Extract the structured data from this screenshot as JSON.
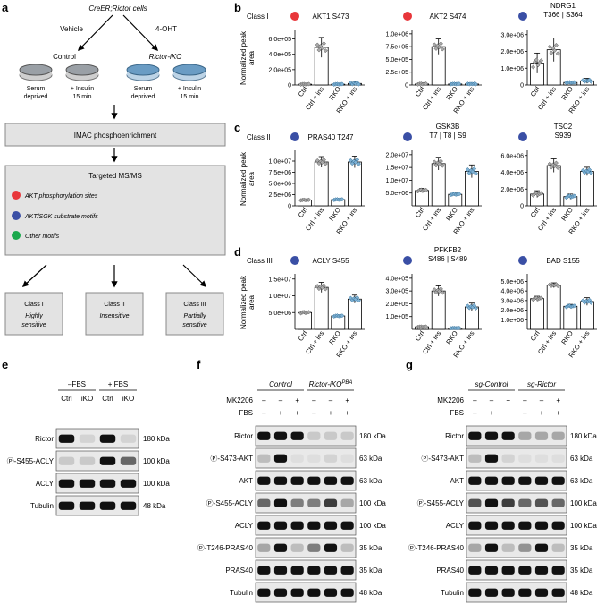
{
  "panel_letters": {
    "a": "a",
    "b": "b",
    "c": "c",
    "d": "d",
    "e": "e",
    "f": "f",
    "g": "g"
  },
  "workflow": {
    "cells": "CreER;Rictor cells",
    "vehicle": "Vehicle",
    "ohT": "4-OHT",
    "control": "Control",
    "rictor_iko": "Rictor-iKO",
    "serum1": "Serum",
    "deprived1": "deprived",
    "insulin1": "+ Insulin",
    "min1": "15 min",
    "serum2": "Serum",
    "deprived2": "deprived",
    "insulin2": "+ Insulin",
    "min2": "15 min",
    "imac": "IMAC phosphoenrichment",
    "targeted": "Targeted MS/MS",
    "legend": [
      {
        "label": "AKT phosphorylation sites",
        "color": "#e8363a"
      },
      {
        "label": "AKT/SGK substrate motifs",
        "color": "#3a4fa5"
      },
      {
        "label": "Other motifs",
        "color": "#1aa84c"
      }
    ],
    "classes": [
      {
        "name": "Class I",
        "l1": "Highly",
        "l2": "sensitive"
      },
      {
        "name": "Class II",
        "l1": "Insensitive",
        "l2": ""
      },
      {
        "name": "Class III",
        "l1": "Partially",
        "l2": "sensitive"
      }
    ]
  },
  "bar_ylabel1": "Normalized peak",
  "bar_ylabel2": "area",
  "chart_data": [
    {
      "type": "bar",
      "row_label": "Class I",
      "dot": "#e8363a",
      "title": "AKT1 S473",
      "title2": "",
      "categories": [
        "Ctrl",
        "Ctrl + ins",
        "RKO",
        "RKO + ins"
      ],
      "values": [
        10000.0,
        490000.0,
        10000.0,
        20000.0
      ],
      "err": [
        10000.0,
        130000.0,
        10000.0,
        30000.0
      ],
      "ylim": [
        0,
        700000.0
      ],
      "ticks": [
        {
          "v": 0,
          "l": "0"
        },
        {
          "v": 200000.0,
          "l": "2.0e+05"
        },
        {
          "v": 400000.0,
          "l": "4.0e+05"
        },
        {
          "v": 600000.0,
          "l": "6.0e+05"
        }
      ]
    },
    {
      "type": "bar",
      "row_label": "",
      "dot": "#e8363a",
      "title": "AKT2 S474",
      "title2": "",
      "categories": [
        "Ctrl",
        "Ctrl + ins",
        "RKO",
        "RKO + ins"
      ],
      "values": [
        20000.0,
        750000.0,
        20000.0,
        20000.0
      ],
      "err": [
        20000.0,
        150000.0,
        10000.0,
        10000.0
      ],
      "ylim": [
        0,
        1050000.0
      ],
      "ticks": [
        {
          "v": 0,
          "l": "0"
        },
        {
          "v": 250000.0,
          "l": "2.5e+05"
        },
        {
          "v": 500000.0,
          "l": "5.0e+05"
        },
        {
          "v": 750000.0,
          "l": "7.5e+05"
        },
        {
          "v": 1000000.0,
          "l": "1.0e+06"
        }
      ]
    },
    {
      "type": "bar",
      "row_label": "",
      "dot": "#3a4fa5",
      "title": "NDRG1",
      "title2": "T366 | S364",
      "categories": [
        "Ctrl",
        "Ctrl + ins",
        "RKO",
        "RKO + ins"
      ],
      "values": [
        1300000.0,
        2100000.0,
        150000.0,
        250000.0
      ],
      "err": [
        600000.0,
        700000.0,
        50000.0,
        150000.0
      ],
      "ylim": [
        0,
        3200000.0
      ],
      "ticks": [
        {
          "v": 0,
          "l": "0"
        },
        {
          "v": 1000000.0,
          "l": "1.0e+06"
        },
        {
          "v": 2000000.0,
          "l": "2.0e+06"
        },
        {
          "v": 3000000.0,
          "l": "3.0e+06"
        }
      ]
    },
    {
      "type": "bar",
      "row_label": "Class II",
      "dot": "#3a4fa5",
      "title": "PRAS40 T247",
      "title2": "",
      "categories": [
        "Ctrl",
        "Ctrl + ins",
        "RKO",
        "RKO + ins"
      ],
      "values": [
        1300000.0,
        9800000.0,
        1400000.0,
        9800000.0
      ],
      "err": [
        200000.0,
        1200000.0,
        200000.0,
        1300000.0
      ],
      "ylim": [
        0,
        12000000.0
      ],
      "ticks": [
        {
          "v": 0,
          "l": "0"
        },
        {
          "v": 2500000.0,
          "l": "2.5e+06"
        },
        {
          "v": 5000000.0,
          "l": "5.0e+06"
        },
        {
          "v": 7500000.0,
          "l": "7.5e+06"
        },
        {
          "v": 10000000.0,
          "l": "1.0e+07"
        }
      ]
    },
    {
      "type": "bar",
      "row_label": "",
      "dot": "#3a4fa5",
      "title": "GSK3B",
      "title2": "T7 | T8 | S9",
      "categories": [
        "Ctrl",
        "Ctrl + ins",
        "RKO",
        "RKO + ins"
      ],
      "values": [
        6000000.0,
        16500000.0,
        4500000.0,
        13500000.0
      ],
      "err": [
        800000.0,
        2500000.0,
        500000.0,
        2500000.0
      ],
      "ylim": [
        0,
        21000000.0
      ],
      "ticks": [
        {
          "v": 5000000.0,
          "l": "5.0e+06"
        },
        {
          "v": 10000000.0,
          "l": "1.0e+07"
        },
        {
          "v": 15000000.0,
          "l": "1.5e+07"
        },
        {
          "v": 20000000.0,
          "l": "2.0e+07"
        }
      ]
    },
    {
      "type": "bar",
      "row_label": "",
      "dot": "#3a4fa5",
      "title": "TSC2",
      "title2": "S939",
      "categories": [
        "Ctrl",
        "Ctrl + ins",
        "RKO",
        "RKO + ins"
      ],
      "values": [
        1400000.0,
        4800000.0,
        1100000.0,
        4100000.0
      ],
      "err": [
        400000.0,
        800000.0,
        300000.0,
        500000.0
      ],
      "ylim": [
        0,
        6400000.0
      ],
      "ticks": [
        {
          "v": 0,
          "l": "0"
        },
        {
          "v": 2000000.0,
          "l": "2.0e+06"
        },
        {
          "v": 4000000.0,
          "l": "4.0e+06"
        },
        {
          "v": 6000000.0,
          "l": "6.0e+06"
        }
      ]
    },
    {
      "type": "bar",
      "row_label": "Class III",
      "dot": "#3a4fa5",
      "title": "ACLY S455",
      "title2": "",
      "categories": [
        "Ctrl",
        "Ctrl + ins",
        "RKO",
        "RKO + ins"
      ],
      "values": [
        5000000.0,
        12500000.0,
        4000000.0,
        9000000.0
      ],
      "err": [
        500000.0,
        1500000.0,
        300000.0,
        1200000.0
      ],
      "ylim": [
        0,
        16000000.0
      ],
      "ticks": [
        {
          "v": 5000000.0,
          "l": "5.0e+06"
        },
        {
          "v": 10000000.0,
          "l": "1.0e+07"
        },
        {
          "v": 15000000.0,
          "l": "1.5e+07"
        }
      ]
    },
    {
      "type": "bar",
      "row_label": "",
      "dot": "#3a4fa5",
      "title": "PFKFB2",
      "title2": "S486 | S489",
      "categories": [
        "Ctrl",
        "Ctrl + ins",
        "RKO",
        "RKO + ins"
      ],
      "values": [
        20000.0,
        300000.0,
        10000.0,
        175000.0
      ],
      "err": [
        5000.0,
        40000.0,
        3000.0,
        30000.0
      ],
      "ylim": [
        0,
        420000.0
      ],
      "ticks": [
        {
          "v": 100000.0,
          "l": "1.0e+05"
        },
        {
          "v": 200000.0,
          "l": "2.0e+05"
        },
        {
          "v": 300000.0,
          "l": "3.0e+05"
        },
        {
          "v": 400000.0,
          "l": "4.0e+05"
        }
      ]
    },
    {
      "type": "bar",
      "row_label": "",
      "dot": "#3a4fa5",
      "title": "BAD S155",
      "title2": "",
      "categories": [
        "Ctrl",
        "Ctrl + ins",
        "RKO",
        "RKO + ins"
      ],
      "values": [
        3200000.0,
        4600000.0,
        2400000.0,
        2900000.0
      ],
      "err": [
        250000.0,
        250000.0,
        200000.0,
        400000.0
      ],
      "ylim": [
        0,
        5600000.0
      ],
      "ticks": [
        {
          "v": 1000000.0,
          "l": "1.0e+06"
        },
        {
          "v": 2000000.0,
          "l": "2.0e+06"
        },
        {
          "v": 3000000.0,
          "l": "3.0e+06"
        },
        {
          "v": 4000000.0,
          "l": "4.0e+06"
        },
        {
          "v": 5000000.0,
          "l": "5.0e+06"
        }
      ]
    }
  ],
  "blot_e": {
    "groups": [
      "–FBS",
      "+ FBS"
    ],
    "lanes": [
      "Ctrl",
      "iKO",
      "Ctrl",
      "iKO"
    ],
    "rows": [
      {
        "label": "Rictor",
        "kda": "180 kDa",
        "bands": [
          1,
          0.1,
          1,
          0.1
        ]
      },
      {
        "label": "Ⓟ-S455-ACLY",
        "kda": "100 kDa",
        "bands": [
          0.15,
          0.15,
          1,
          0.6
        ]
      },
      {
        "label": "ACLY",
        "kda": "100 kDa",
        "bands": [
          1,
          1,
          1,
          1
        ]
      },
      {
        "label": "Tubulin",
        "kda": "48 kDa",
        "bands": [
          1,
          1,
          1,
          1
        ]
      }
    ]
  },
  "blot_f": {
    "g1": "Control",
    "g2": "Rictor-iKO",
    "g2sup": "PBA",
    "mk_label": "MK2206",
    "fbs_label": "FBS",
    "mk": [
      "–",
      "–",
      "+",
      "–",
      "–",
      "+"
    ],
    "fbs": [
      "–",
      "+",
      "+",
      "–",
      "+",
      "+"
    ],
    "rows": [
      {
        "label": "Rictor",
        "kda": "180 kDa",
        "bands": [
          1,
          1,
          1,
          0.15,
          0.15,
          0.15
        ]
      },
      {
        "label": "Ⓟ-S473-AKT",
        "kda": "63 kDa",
        "bands": [
          0.2,
          1,
          0.05,
          0.05,
          0.1,
          0.05
        ]
      },
      {
        "label": "AKT",
        "kda": "63 kDa",
        "bands": [
          1,
          1,
          1,
          1,
          1,
          1
        ]
      },
      {
        "label": "Ⓟ-S455-ACLY",
        "kda": "100 kDa",
        "bands": [
          0.6,
          1,
          0.5,
          0.5,
          0.8,
          0.3
        ]
      },
      {
        "label": "ACLY",
        "kda": "100 kDa",
        "bands": [
          1,
          1,
          1,
          1,
          1,
          1
        ]
      },
      {
        "label": "Ⓟ-T246-PRAS40",
        "kda": "35 kDa",
        "bands": [
          0.3,
          1,
          0.2,
          0.5,
          1,
          0.2
        ]
      },
      {
        "label": "PRAS40",
        "kda": "35 kDa",
        "bands": [
          1,
          1,
          1,
          1,
          1,
          1
        ]
      },
      {
        "label": "Tubulin",
        "kda": "48 kDa",
        "bands": [
          1,
          1,
          1,
          1,
          1,
          1
        ]
      }
    ]
  },
  "blot_g": {
    "g1": "sg-Control",
    "g2": "sg-Rictor",
    "mk_label": "MK2206",
    "fbs_label": "FBS",
    "mk": [
      "–",
      "–",
      "+",
      "–",
      "–",
      "+"
    ],
    "fbs": [
      "–",
      "+",
      "+",
      "–",
      "+",
      "+"
    ],
    "rows": [
      {
        "label": "Rictor",
        "kda": "180 kDa",
        "bands": [
          1,
          1,
          1,
          0.3,
          0.3,
          0.3
        ]
      },
      {
        "label": "Ⓟ-S473-AKT",
        "kda": "63 kDa",
        "bands": [
          0.2,
          1,
          0.1,
          0.05,
          0.05,
          0.05
        ]
      },
      {
        "label": "AKT",
        "kda": "63 kDa",
        "bands": [
          1,
          1,
          1,
          1,
          1,
          1
        ]
      },
      {
        "label": "Ⓟ-S455-ACLY",
        "kda": "100 kDa",
        "bands": [
          0.7,
          1,
          0.8,
          0.6,
          0.7,
          0.6
        ]
      },
      {
        "label": "ACLY",
        "kda": "100 kDa",
        "bands": [
          1,
          1,
          1,
          1,
          1,
          1
        ]
      },
      {
        "label": "Ⓟ-T246-PRAS40",
        "kda": "35 kDa",
        "bands": [
          0.3,
          1,
          0.2,
          0.4,
          1,
          0.2
        ]
      },
      {
        "label": "PRAS40",
        "kda": "35 kDa",
        "bands": [
          1,
          1,
          1,
          1,
          1,
          1
        ]
      },
      {
        "label": "Tubulin",
        "kda": "48 kDa",
        "bands": [
          1,
          1,
          1,
          1,
          1,
          1
        ]
      }
    ]
  }
}
